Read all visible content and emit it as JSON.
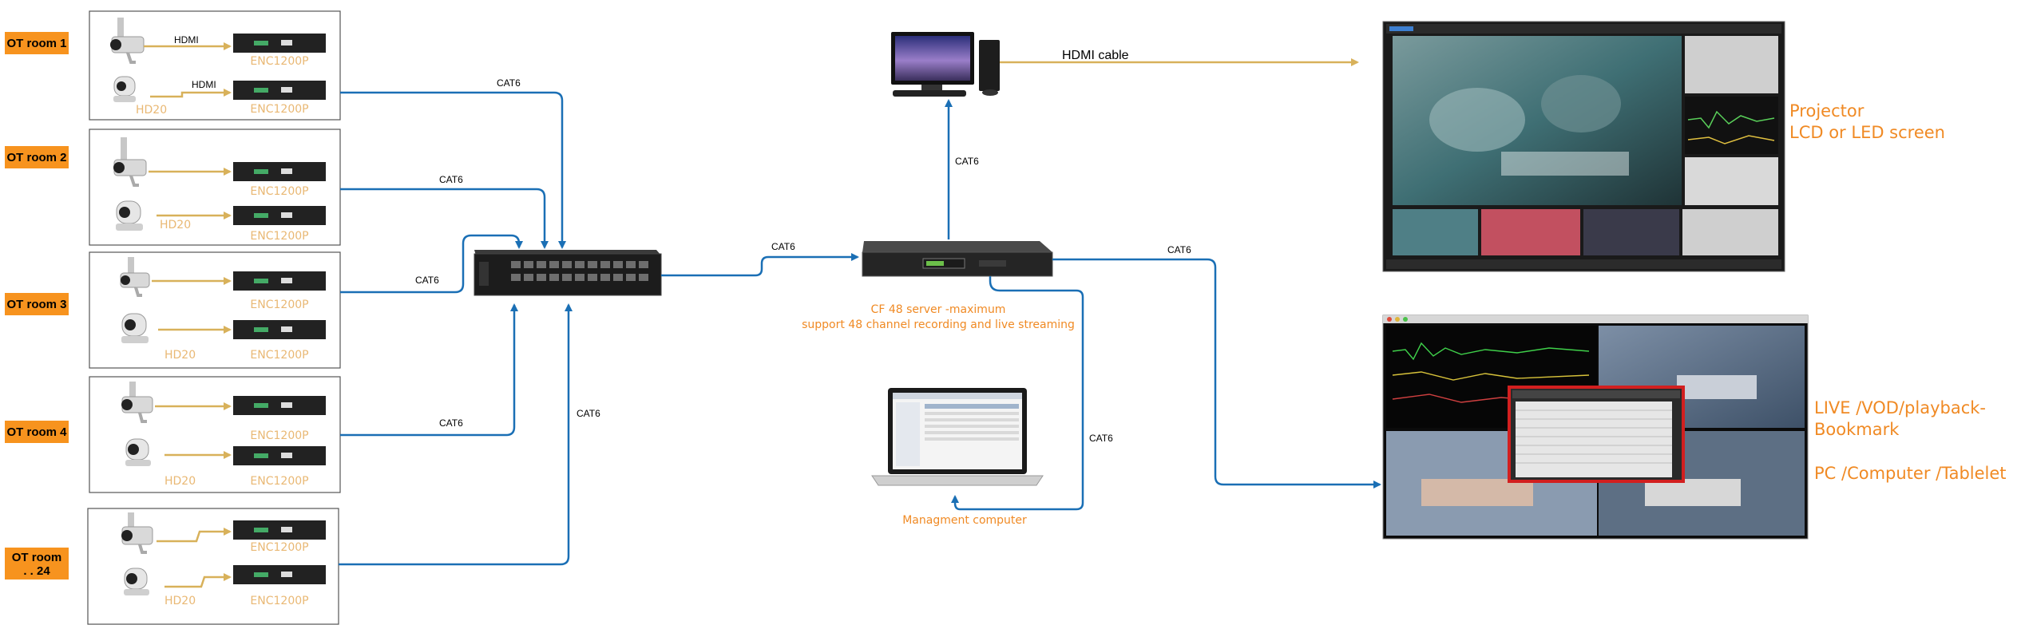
{
  "rooms": [
    {
      "label_lines": [
        "OT room 1"
      ]
    },
    {
      "label_lines": [
        "OT room 2"
      ]
    },
    {
      "label_lines": [
        "OT room 3"
      ]
    },
    {
      "label_lines": [
        "OT room 4"
      ]
    },
    {
      "label_lines": [
        "OT room",
        ". . 24"
      ]
    }
  ],
  "encoder_label": "ENC1200P",
  "camera_label": "HD20",
  "hdmi_short": "HDMI",
  "hdmi_cable": "HDMI  cable",
  "cat6": "CAT6",
  "server_caption": [
    "CF 48 server -maximum",
    "support 48 channel recording and live streaming"
  ],
  "management_caption": "Managment computer",
  "projector_caption": [
    "Projector",
    "LCD or LED screen"
  ],
  "live_caption": [
    "LIVE /VOD/playback-",
    "Bookmark"
  ],
  "pc_caption": "PC /Computer /Tablelet",
  "colors": {
    "cat6_line": "#1a6fb5",
    "hdmi_line": "#d8b15a",
    "room_badge": "#f7931e",
    "orange_text": "#f08a24",
    "faded_text": "#e9b874"
  }
}
